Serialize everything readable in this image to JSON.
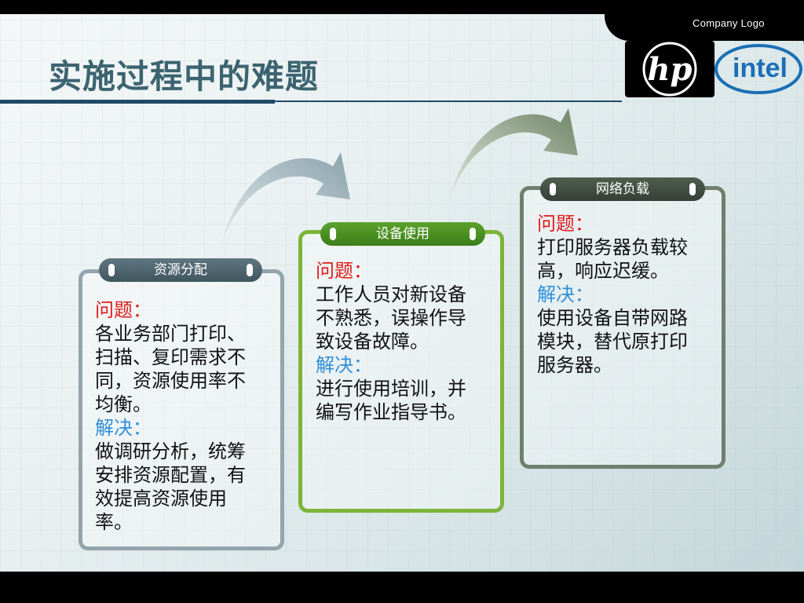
{
  "header": {
    "title": "实施过程中的难题",
    "company_logo_text": "Company Logo"
  },
  "logos": {
    "hp_text": "hp",
    "intel_text": "intel"
  },
  "colors": {
    "title": "#3c6470",
    "rule": "#1f4a66",
    "problem": "#e01c1c",
    "solution": "#2f8fd8",
    "card1_border": "#93a4ad",
    "card2_border": "#7cb43a",
    "card3_border": "#6f7f6e"
  },
  "steps": [
    {
      "label": "资源分配",
      "problem_heading": "问题：",
      "problem_text": "各业务部门打印、扫描、复印需求不同，资源使用率不均衡。",
      "solution_heading": "解决：",
      "solution_text": "做调研分析，统筹安排资源配置，有效提高资源使用率。"
    },
    {
      "label": "设备使用",
      "problem_heading": "问题：",
      "problem_text": "工作人员对新设备不熟悉，误操作导致设备故障。",
      "solution_heading": "解决：",
      "solution_text": "进行使用培训，并编写作业指导书。"
    },
    {
      "label": "网络负载",
      "problem_heading": "问题：",
      "problem_text": "打印服务器负载较高，响应迟缓。",
      "solution_heading": "解决：",
      "solution_text": "使用设备自带网路模块，替代原打印服务器。"
    }
  ]
}
